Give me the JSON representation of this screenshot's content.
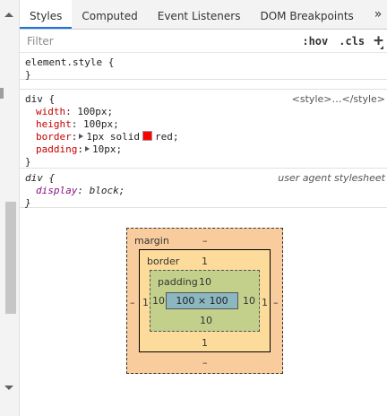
{
  "tabs": [
    {
      "label": "Styles",
      "active": true
    },
    {
      "label": "Computed",
      "active": false
    },
    {
      "label": "Event Listeners",
      "active": false
    },
    {
      "label": "DOM Breakpoints",
      "active": false
    }
  ],
  "tab_overflow": "»",
  "filter": {
    "placeholder": "Filter",
    "value": ""
  },
  "toolbar": {
    "hov": ":hov",
    "cls": ".cls",
    "add": "+"
  },
  "rules": {
    "element_style": {
      "selector": "element.style {",
      "close": "}"
    },
    "div_rule": {
      "selector": "div {",
      "source": "<style>…</style>",
      "width": {
        "name": "width",
        "value": "100px;"
      },
      "height": {
        "name": "height",
        "value": "100px;"
      },
      "border": {
        "name": "border",
        "value_pre": "1px solid",
        "value_post": "red;",
        "swatch_color": "#ff0000"
      },
      "padding": {
        "name": "padding",
        "value": "10px;"
      },
      "close": "}"
    },
    "ua_rule": {
      "selector": "div {",
      "source": "user agent stylesheet",
      "display": {
        "name": "display",
        "value": "block;"
      },
      "close": "}"
    }
  },
  "box_model": {
    "margin_label": "margin",
    "margin_top": "–",
    "margin_left": "–",
    "margin_right": "–",
    "margin_bottom": "–",
    "border_label": "border",
    "border_top": "1",
    "border_left": "1",
    "border_right": "1",
    "border_bottom": "1",
    "padding_label": "padding",
    "padding_top": "10",
    "padding_left": "10",
    "padding_right": "10",
    "padding_bottom": "10",
    "content": "100 × 100"
  },
  "colors": {
    "margin": "#f9cc9d",
    "border": "#fcdb9b",
    "padding": "#c3d08b",
    "content": "#8cb6c0",
    "active_tab_underline": "#1a73e8",
    "property_name": "#c80000"
  }
}
